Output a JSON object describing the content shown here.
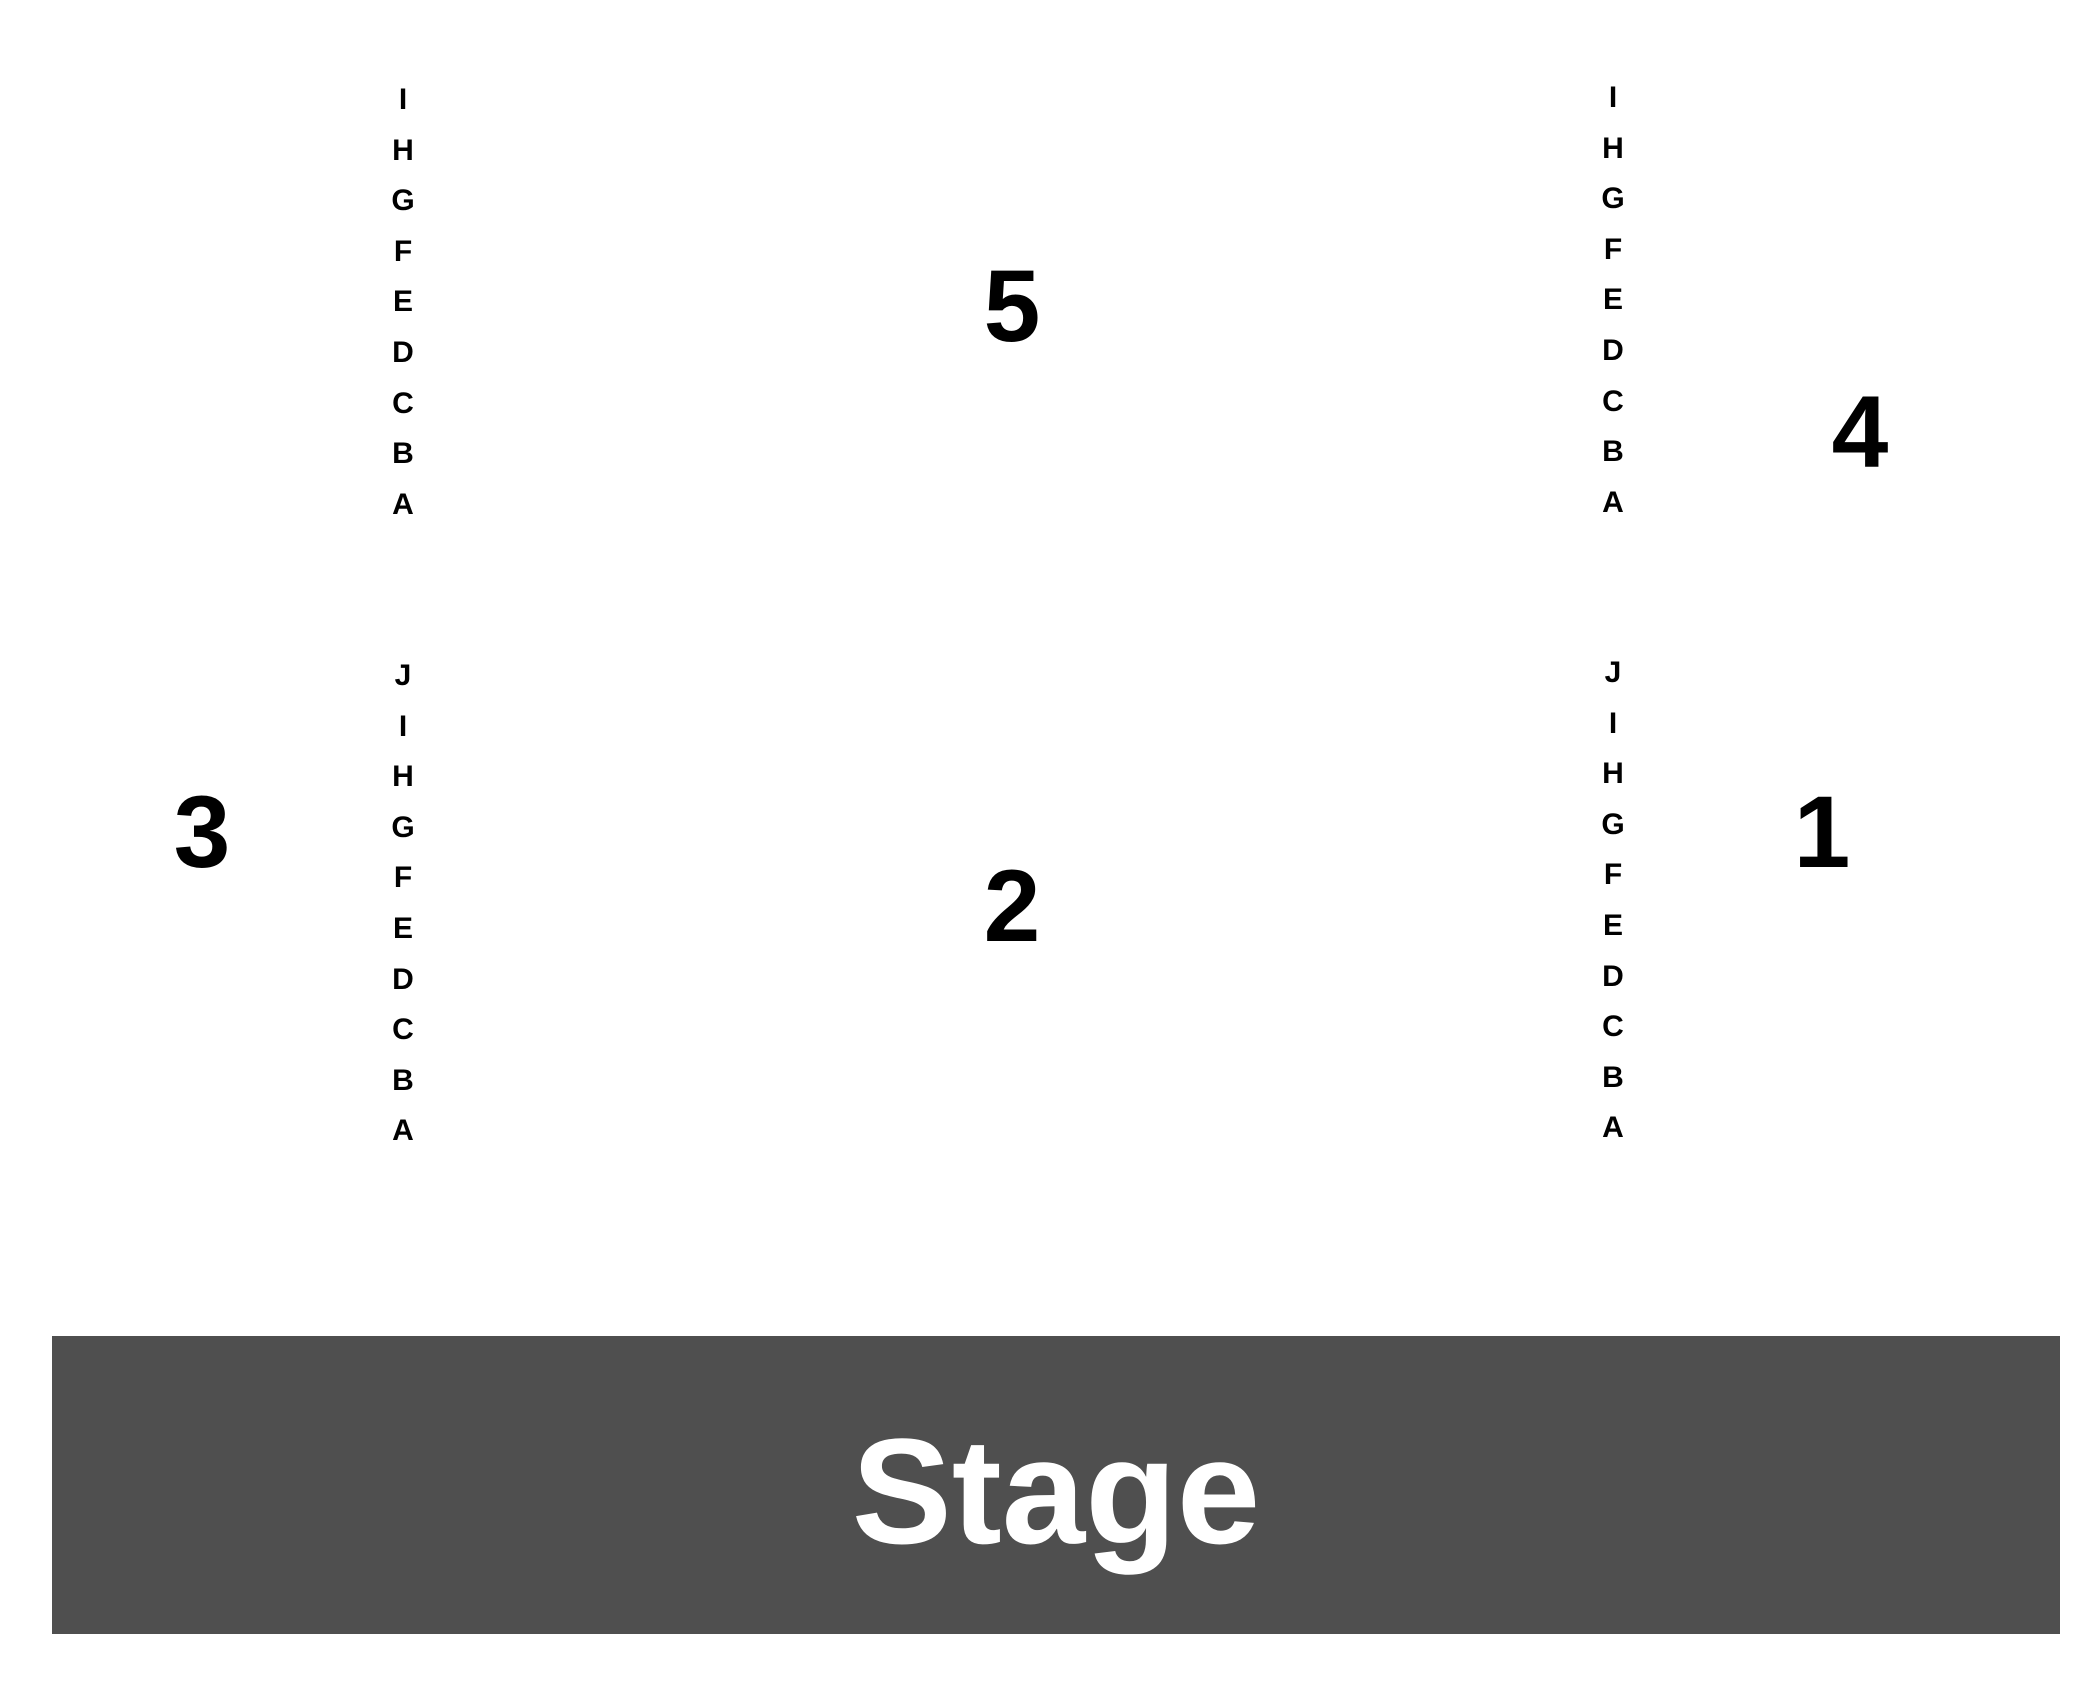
{
  "sections": {
    "s5": "5",
    "s4": "4",
    "s3": "3",
    "s2": "2",
    "s1": "1"
  },
  "row_labels": {
    "upper_left": [
      "I",
      "H",
      "G",
      "F",
      "E",
      "D",
      "C",
      "B",
      "A"
    ],
    "upper_right": [
      "I",
      "H",
      "G",
      "F",
      "E",
      "D",
      "C",
      "B",
      "A"
    ],
    "lower_left": [
      "J",
      "I",
      "H",
      "G",
      "F",
      "E",
      "D",
      "C",
      "B",
      "A"
    ],
    "lower_right": [
      "J",
      "I",
      "H",
      "G",
      "F",
      "E",
      "D",
      "C",
      "B",
      "A"
    ]
  },
  "stage": {
    "label": "Stage",
    "color": "#4f4f4f"
  }
}
